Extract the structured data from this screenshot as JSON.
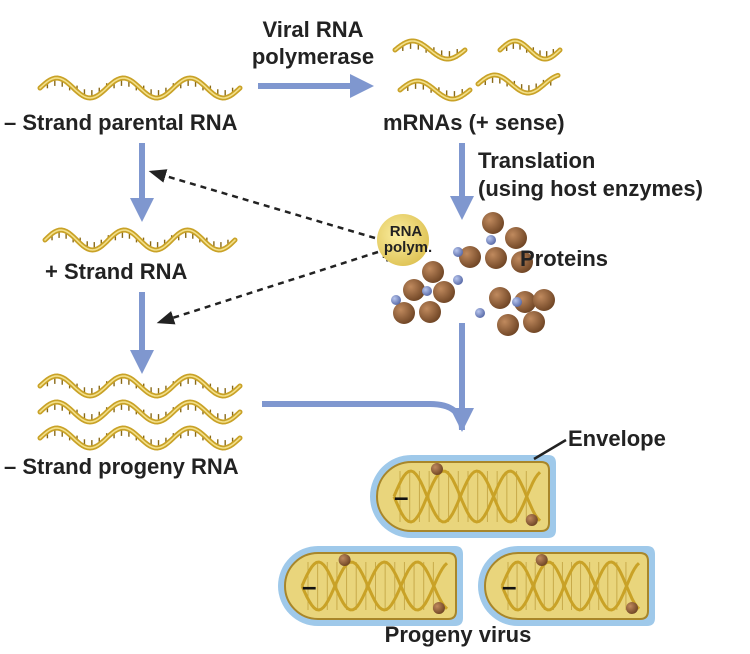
{
  "labels": {
    "parental": "– Strand parental RNA",
    "viral_line1": "Viral RNA",
    "viral_line2": "polymerase",
    "mrnas": "mRNAs (+ sense)",
    "translation_line1": "Translation",
    "translation_line2": "(using host enzymes)",
    "plus_strand": "+ Strand RNA",
    "proteins": "Proteins",
    "rna_polym_line1": "RNA",
    "rna_polym_line2": "polym.",
    "progeny_rna": "– Strand progeny RNA",
    "envelope": "Envelope",
    "progeny_virus": "Progeny virus",
    "minus_sign": "–"
  },
  "colors": {
    "arrow": "#7f97cf",
    "rna": "#c9a227",
    "rna_rung": "#8a6a18",
    "protein": "#8a5a36",
    "protein_small": "#7d8fc9",
    "polymerase": "#f2d96c",
    "envelope": "#9fc9ea",
    "capsid": "#e9d57c",
    "capsid_edge": "#a8862a"
  }
}
